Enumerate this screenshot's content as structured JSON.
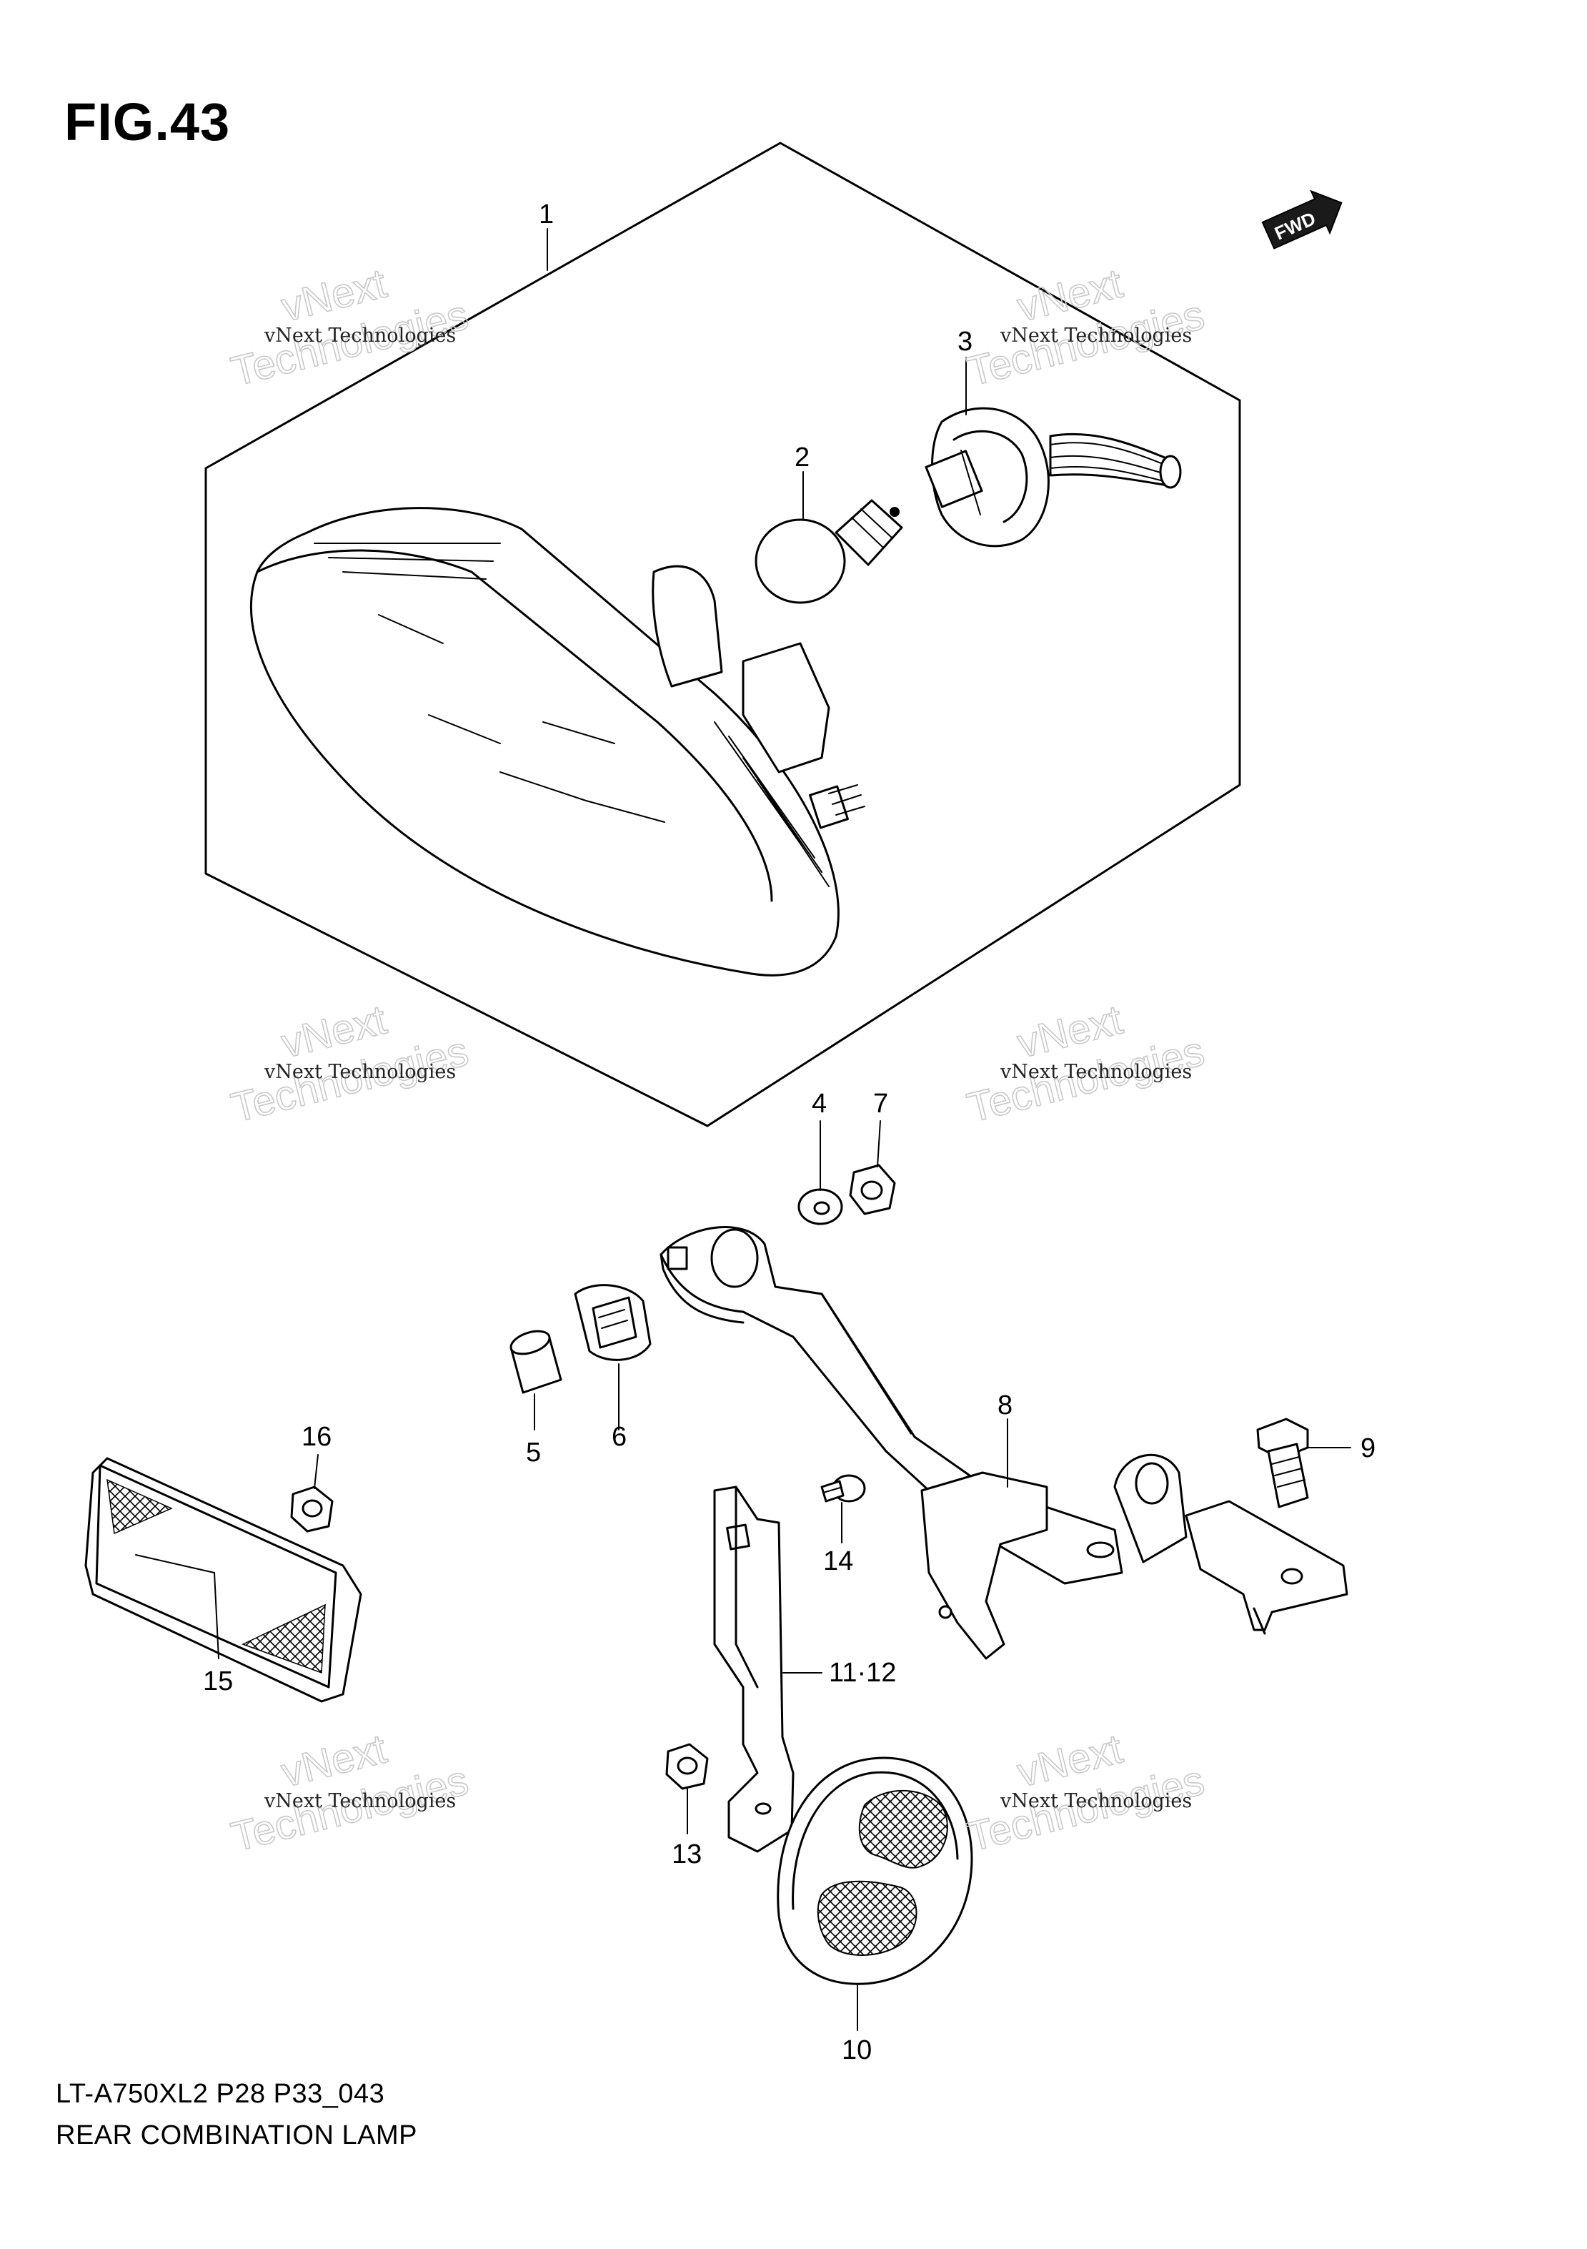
{
  "figure": {
    "title": "FIG.43",
    "fwd_badge": "FWD",
    "model_line": "LT-A750XL2 P28 P33_043",
    "caption": "REAR COMBINATION LAMP"
  },
  "callouts": {
    "c1": "1",
    "c2": "2",
    "c3": "3",
    "c4": "4",
    "c5": "5",
    "c6": "6",
    "c7": "7",
    "c8": "8",
    "c9": "9",
    "c10": "10",
    "c11_12": "11·12",
    "c13": "13",
    "c14": "14",
    "c15": "15",
    "c16": "16"
  },
  "watermark": {
    "line_small": "vNext Technologies",
    "line_big_1": "vNext",
    "line_big_2": "Technologies"
  },
  "icons": [
    "fwd-arrow-icon",
    "watermark-logo"
  ]
}
